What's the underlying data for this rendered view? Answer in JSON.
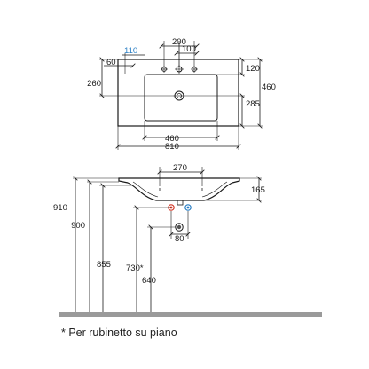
{
  "top_view": {
    "tap_spacing_outer": "200",
    "tap_spacing_inner": "100",
    "tap_offset": "110",
    "rim_offset": "60",
    "front_to_drain": "260",
    "back_to_taphole": "120",
    "total_depth": "460",
    "drain_to_front": "285",
    "basin_width": "460",
    "total_width": "810"
  },
  "side_view": {
    "basin_span": "270",
    "basin_height": "165",
    "waste_width": "80",
    "rim_height": "910",
    "top_height": "900",
    "cabinet_height": "855",
    "tap_height": "730*",
    "waste_height": "640"
  },
  "colors": {
    "line": "#1a1a1a",
    "accent_cyan": "#2b7fc4",
    "hot_marker": "#d43a2a",
    "cold_marker": "#2b7fc4",
    "floor": "#9a9a9a"
  },
  "footnote": "* Per rubinetto su piano"
}
